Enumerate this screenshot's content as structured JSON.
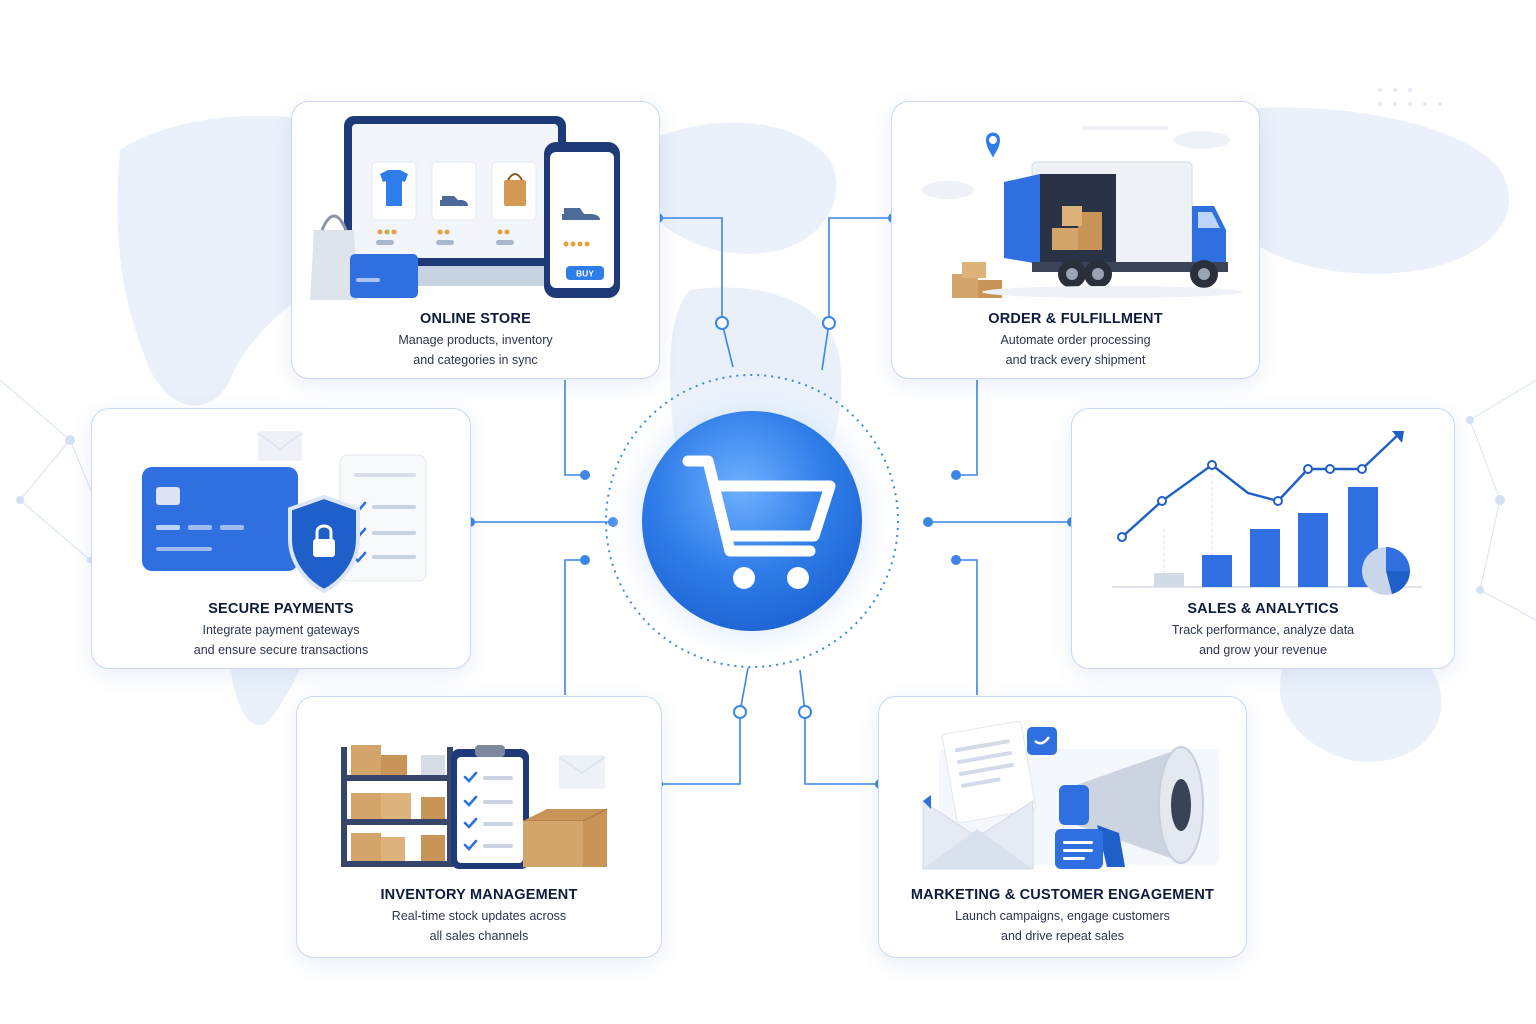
{
  "cards": {
    "online_store": {
      "title": "ONLINE STORE",
      "desc1": "Manage products, inventory",
      "desc2": "and categories in sync",
      "buy": "BUY"
    },
    "order_fulfillment": {
      "title": "ORDER & FULFILLMENT",
      "desc1": "Automate order processing",
      "desc2": "and track every shipment"
    },
    "secure_payments": {
      "title": "SECURE PAYMENTS",
      "desc1": "Integrate payment gateways",
      "desc2": "and ensure secure transactions"
    },
    "sales_analytics": {
      "title": "SALES & ANALYTICS",
      "desc1": "Track performance, analyze data",
      "desc2": "and grow your revenue"
    },
    "inventory_management": {
      "title": "INVENTORY MANAGEMENT",
      "desc1": "Real-time stock updates across",
      "desc2": "all sales channels"
    },
    "marketing_engagement": {
      "title": "MARKETING & CUSTOMER ENGAGEMENT",
      "desc1": "Launch campaigns, engage customers",
      "desc2": "and drive repeat sales"
    }
  },
  "hub": {
    "icon": "shopping-cart-icon"
  },
  "colors": {
    "accent": "#2f7de8",
    "accent_dark": "#1a5cc7",
    "navy": "#0d1b3d",
    "line": "#3b86e6",
    "box": "#d4a56a"
  }
}
